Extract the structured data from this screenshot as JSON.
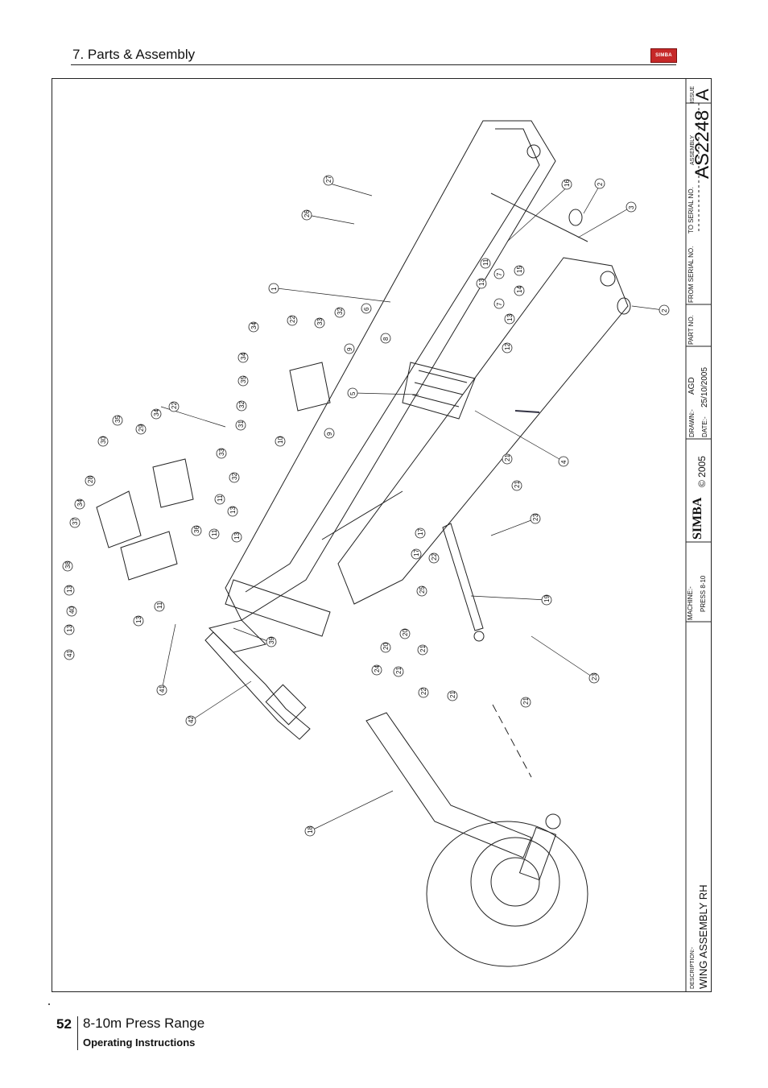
{
  "header": {
    "section_title": "7. Parts & Assembly",
    "logo_text": "SIMBA"
  },
  "title_block": {
    "issue_label": "ISSUE",
    "issue_value": "A",
    "drawing_no": "AS2248",
    "assembly_label": "ASSEMBLY",
    "to_serial_label": "TO SERIAL NO.",
    "from_serial_label": "FROM SERIAL NO.",
    "part_no_label": "PART NO.",
    "drawn_label": "DRAWN:-",
    "drawn_value": "AGD",
    "date_label": "DATE:-",
    "date_value": "25/10/2005",
    "brand": "SIMBA",
    "copyright": "© 2005",
    "machine_label": "MACHINE:-",
    "machine_value": "PRESS 8-10",
    "description_label": "DESCRIPTION:-",
    "description_value": "WING ASSEMBLY RH"
  },
  "callouts": [
    "1",
    "2",
    "2",
    "3",
    "4",
    "5",
    "6",
    "7",
    "7",
    "8",
    "9",
    "9",
    "10",
    "11",
    "11",
    "11",
    "11",
    "12",
    "13",
    "13",
    "13",
    "13",
    "13",
    "13",
    "13",
    "14",
    "15",
    "16",
    "17",
    "17",
    "18",
    "19",
    "20",
    "20",
    "21",
    "21",
    "21",
    "21",
    "21",
    "21",
    "22",
    "22",
    "22",
    "22",
    "23",
    "23",
    "24",
    "25",
    "26",
    "27",
    "28",
    "29",
    "30",
    "31",
    "32",
    "32",
    "32",
    "33",
    "33",
    "34",
    "34",
    "34",
    "34",
    "35",
    "35",
    "36",
    "36",
    "37",
    "38",
    "39",
    "40",
    "41",
    "41",
    "42"
  ],
  "colors": {
    "line": "#222222",
    "logo": "#c62828"
  },
  "footer": {
    "page_number": "52",
    "title": "8-10m Press Range",
    "subtitle": "Operating Instructions"
  }
}
